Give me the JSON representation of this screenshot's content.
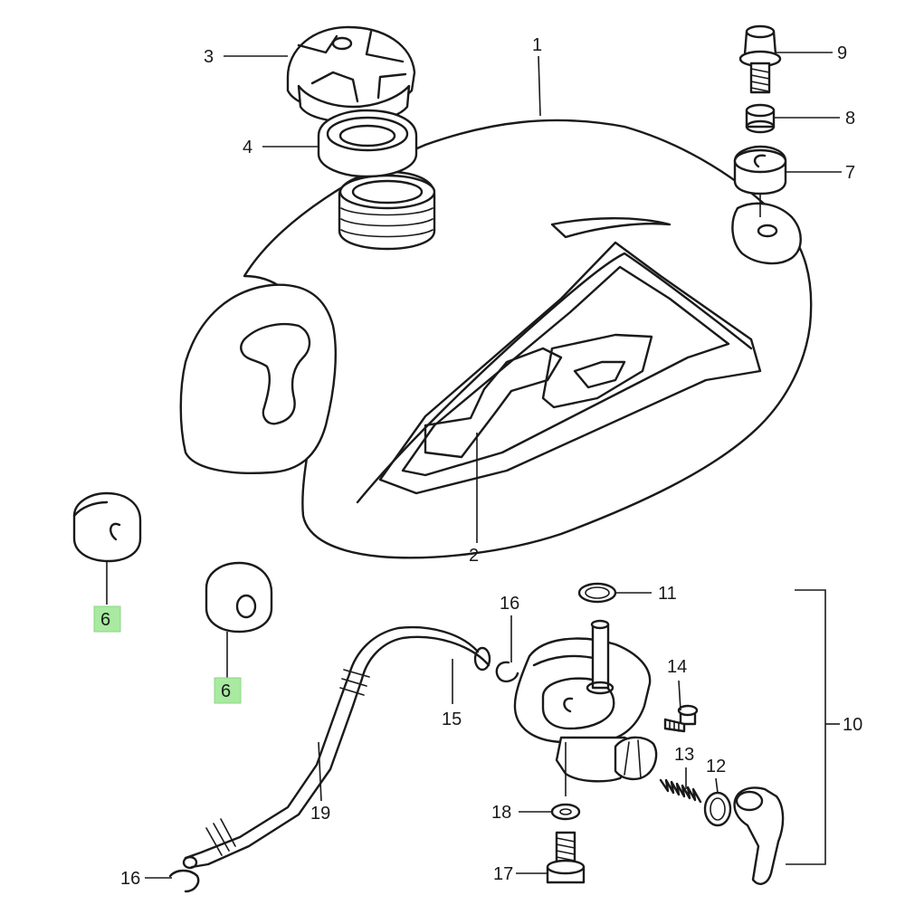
{
  "diagram": {
    "labels": {
      "part_1": "1",
      "part_2": "2",
      "part_3": "3",
      "part_4": "4",
      "part_6a": "6",
      "part_6b": "6",
      "part_7": "7",
      "part_8": "8",
      "part_9": "9",
      "part_10": "10",
      "part_11": "11",
      "part_12": "12",
      "part_13": "13",
      "part_14": "14",
      "part_15": "15",
      "part_16a": "16",
      "part_16b": "16",
      "part_17": "17",
      "part_18": "18",
      "part_19": "19"
    },
    "highlight_color": "#a8eaa0",
    "line_color": "#1a1a1a"
  }
}
